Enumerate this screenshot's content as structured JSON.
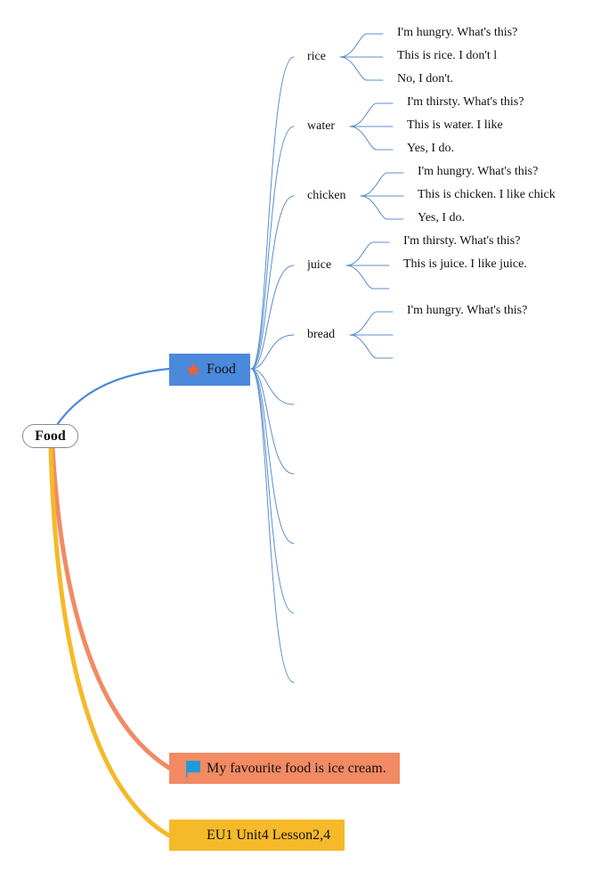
{
  "root": {
    "label": "Food"
  },
  "main": {
    "label": "Food",
    "icon": "star-icon"
  },
  "topics": [
    {
      "label": "rice",
      "leaves": [
        "I'm hungry. What's this?",
        "This is rice. I don't l",
        "No, I don't."
      ]
    },
    {
      "label": "water",
      "leaves": [
        "I'm thirsty. What's this?",
        "This is water. I like",
        "Yes, I do."
      ]
    },
    {
      "label": "chicken",
      "leaves": [
        "I'm hungry. What's this?",
        "This is chicken. I like chick",
        "Yes, I do."
      ]
    },
    {
      "label": "juice",
      "leaves": [
        "I'm thirsty. What's this?",
        "This is juice. I like juice.",
        ""
      ]
    },
    {
      "label": "bread",
      "leaves": [
        "I'm hungry. What's this?",
        "",
        ""
      ]
    }
  ],
  "favourite": {
    "label": "My favourite food is ice cream.",
    "icon": "flag-icon"
  },
  "lesson": {
    "label": "EU1 Unit4 Lesson2,4"
  },
  "colors": {
    "blue": "#4a89dc",
    "coral": "#f28a64",
    "yellow": "#f5b929",
    "line": "#5b8fd1"
  }
}
